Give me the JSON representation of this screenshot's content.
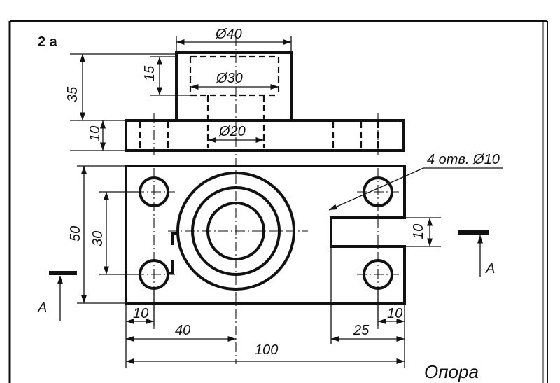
{
  "sheet": {
    "label": "2 а",
    "title": "Опора"
  },
  "front_view": {
    "dims": {
      "d40": "Ø40",
      "d30": "Ø30",
      "d20": "Ø20",
      "h15": "15",
      "h35": "35",
      "h10": "10"
    }
  },
  "plan_view": {
    "dims": {
      "w50": "50",
      "w30": "30",
      "slot10": "10",
      "l10a": "10",
      "l40": "40",
      "l100": "100",
      "l25": "25",
      "l10b": "10"
    },
    "holes_note": "4 отв. Ø10"
  },
  "section": {
    "left_letter": "А",
    "right_letter": "А"
  }
}
